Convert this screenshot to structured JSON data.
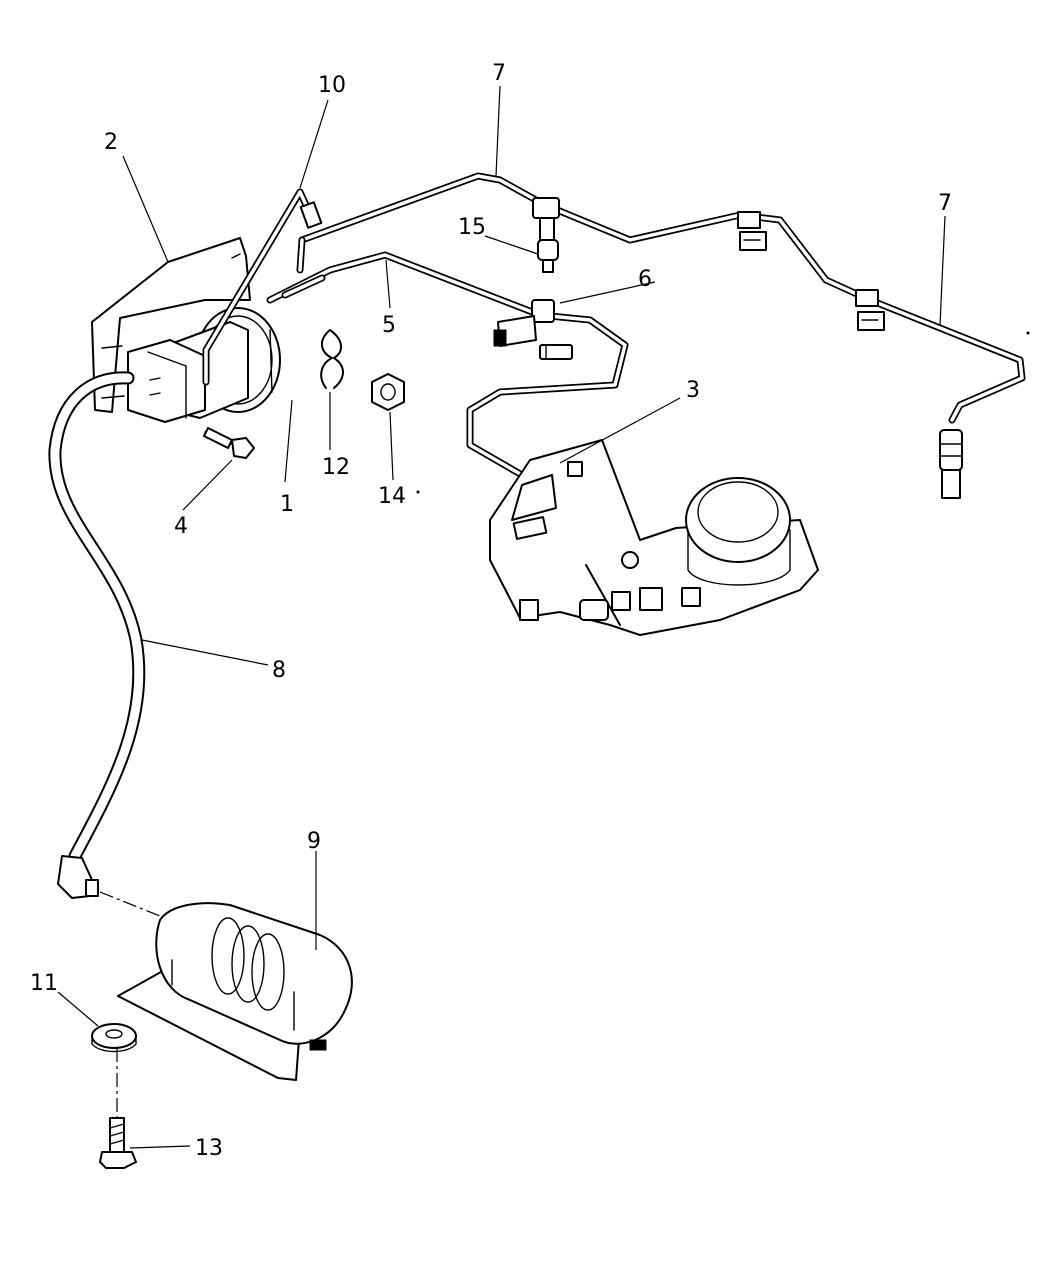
{
  "callouts": [
    {
      "id": "c1",
      "text": "1"
    },
    {
      "id": "c2",
      "text": "2"
    },
    {
      "id": "c3",
      "text": "3"
    },
    {
      "id": "c4",
      "text": "4"
    },
    {
      "id": "c5",
      "text": "5"
    },
    {
      "id": "c6",
      "text": "6"
    },
    {
      "id": "c7a",
      "text": "7"
    },
    {
      "id": "c7b",
      "text": "7"
    },
    {
      "id": "c8",
      "text": "8"
    },
    {
      "id": "c9",
      "text": "9"
    },
    {
      "id": "c10",
      "text": "10"
    },
    {
      "id": "c11",
      "text": "11"
    },
    {
      "id": "c12",
      "text": "12"
    },
    {
      "id": "c13",
      "text": "13"
    },
    {
      "id": "c14",
      "text": "14"
    },
    {
      "id": "c15",
      "text": "15"
    }
  ]
}
